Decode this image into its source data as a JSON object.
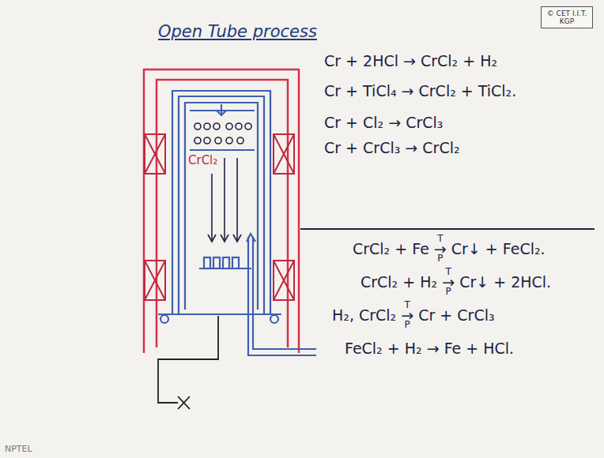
{
  "diagram": {
    "title": "Open Tube process",
    "nodes": [
      {
        "text": [
          "© CET I.I.T. KGP"
        ]
      }
    ],
    "labels": [
      "Cr + 2HCl → CrCl₂ + H₂",
      "Cr + TiCl₄ → CrCl₂ + TiCl₂.",
      "Cr + Cl₂ → CrCl₃",
      "Cr + CrCl₃ → CrCl₂",
      "CrCl₂ + Fe → Cr↓ + FeCl₂.",
      "T",
      "P",
      "CrCl₂ + H₂ → Cr↓ + 2HCl.",
      "T",
      "P",
      "H₂, CrCl₂ → Cr + CrCl₃",
      "T",
      "P",
      "FeCl₂ + H₂ → Fe + HCl.",
      "CrCl₂",
      "NPTEL"
    ]
  }
}
